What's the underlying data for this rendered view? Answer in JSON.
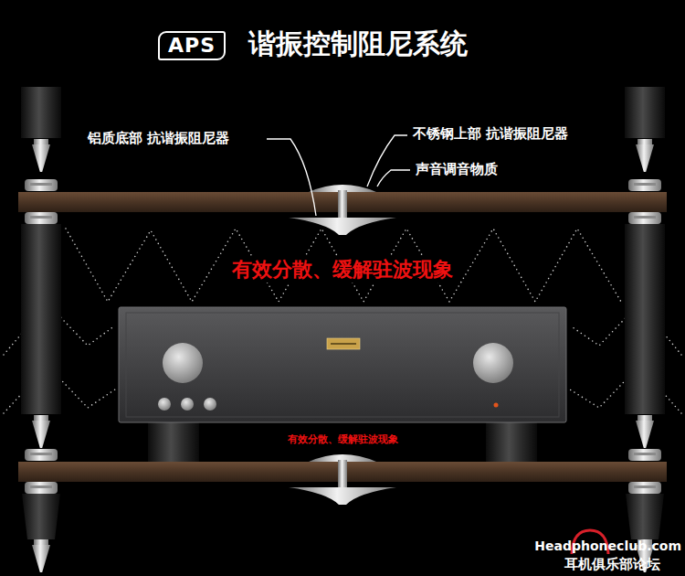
{
  "diagram": {
    "title": "谐振控制阻尼系统",
    "nodes": [
      {
        "text": [
          "APS"
        ]
      }
    ],
    "labels": [
      "铝质底部 抗谐振阻尼器",
      "不锈钢上部 抗谐振阻尼器",
      "声音调音物质",
      "有效分散、缓解驻波现象",
      "有效分散、缓解驻波现象",
      "Headphoneclub.com",
      "耳机俱乐部论坛"
    ]
  }
}
